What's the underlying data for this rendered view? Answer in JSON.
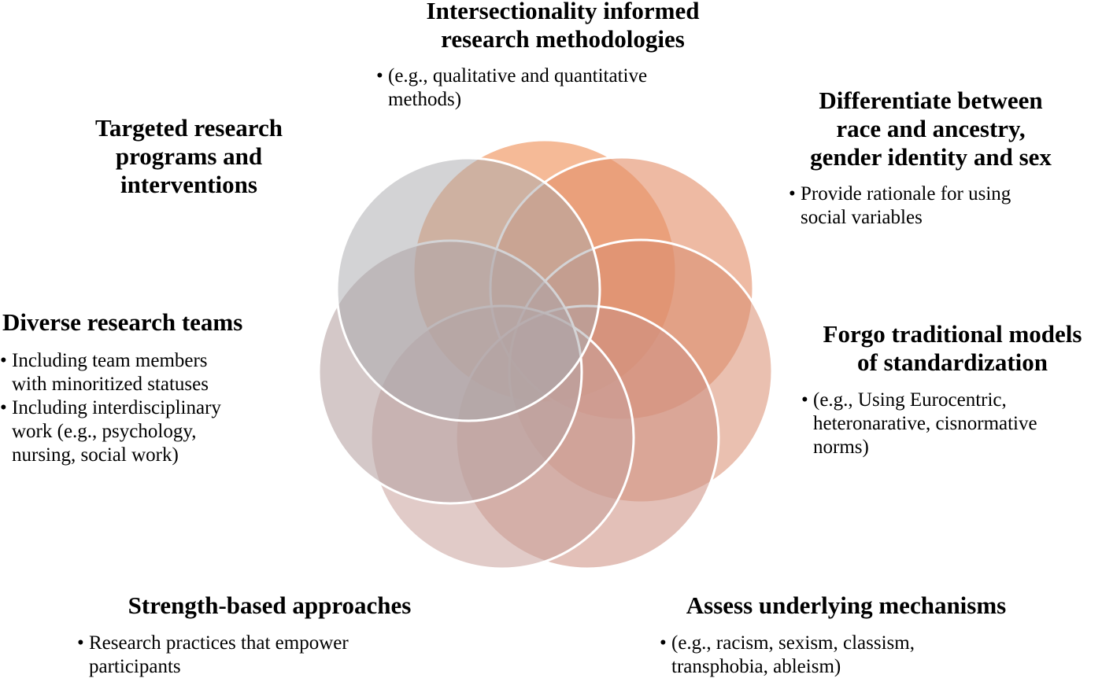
{
  "petals": [
    {
      "name": "Intersectionality informed research methodologies",
      "color": "#f2a77a",
      "opacity": 0.78
    },
    {
      "name": "Differentiate between race and ancestry, gender identity and sex",
      "color": "#e3906a",
      "opacity": 0.62
    },
    {
      "name": "Forgo traditional models of standardization",
      "color": "#d98c6f",
      "opacity": 0.55
    },
    {
      "name": "Assess underlying mechanisms",
      "color": "#cf9284",
      "opacity": 0.58
    },
    {
      "name": "Strength-based approaches",
      "color": "#c9a09a",
      "opacity": 0.55
    },
    {
      "name": "Diverse research teams",
      "color": "#b7a4a4",
      "opacity": 0.6
    },
    {
      "name": "Targeted research programs and interventions",
      "color": "#a8a8ab",
      "opacity": 0.5
    }
  ],
  "bullet_char": "•",
  "blocks": {
    "top": {
      "title": [
        "Intersectionality informed",
        "research methodologies"
      ],
      "bullets": [
        [
          "(e.g., qualitative and quantitative",
          "methods)"
        ]
      ]
    },
    "upper_right": {
      "title": [
        "Differentiate between",
        "race and ancestry,",
        "gender identity and sex"
      ],
      "bullets": [
        [
          "Provide rationale for using",
          "social variables"
        ]
      ]
    },
    "right": {
      "title": [
        "Forgo traditional models",
        "of standardization"
      ],
      "bullets": [
        [
          "(e.g., Using Eurocentric,",
          "heteronarative, cisnormative",
          "norms)"
        ]
      ]
    },
    "bottom_right": {
      "title": [
        "Assess underlying mechanisms"
      ],
      "bullets": [
        [
          "(e.g., racism, sexism, classism,",
          "transphobia, ableism)"
        ]
      ]
    },
    "bottom_left": {
      "title": [
        "Strength-based approaches"
      ],
      "bullets": [
        [
          "Research practices that empower",
          "participants"
        ]
      ]
    },
    "left": {
      "title": [
        "Diverse research teams"
      ],
      "bullets": [
        [
          "Including team members",
          "with minoritized statuses"
        ],
        [
          "Including interdisciplinary",
          "work (e.g., psychology,",
          "nursing, social work)"
        ]
      ]
    },
    "upper_left": {
      "title": [
        "Targeted research",
        "programs and",
        "interventions"
      ],
      "bullets": []
    }
  }
}
